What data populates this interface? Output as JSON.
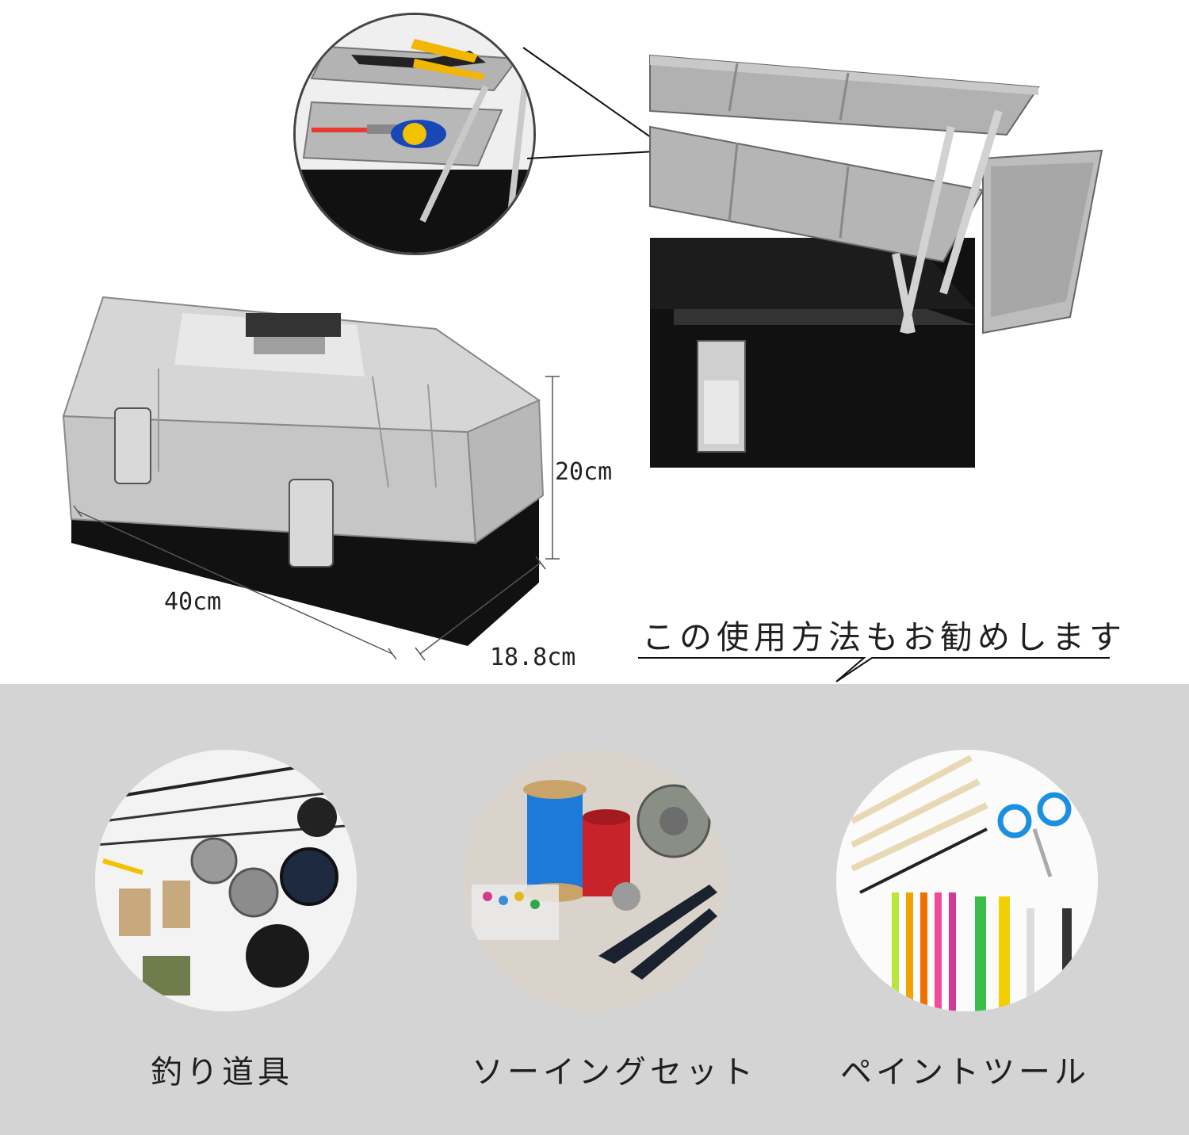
{
  "dimensions": {
    "height": "20cm",
    "width": "40cm",
    "depth": "18.8cm"
  },
  "recommendation": {
    "heading": "この使用方法もお勧めします"
  },
  "uses": [
    {
      "label": "釣り道具",
      "icon": "fishing-gear"
    },
    {
      "label": "ソーイングセット",
      "icon": "sewing-kit"
    },
    {
      "label": "ペイントツール",
      "icon": "paint-tools"
    }
  ],
  "colors": {
    "lid_gray": "#c8c8c8",
    "tray_gray": "#a9a9a9",
    "base_black": "#111111",
    "lower_band": "#d4d4d4"
  }
}
